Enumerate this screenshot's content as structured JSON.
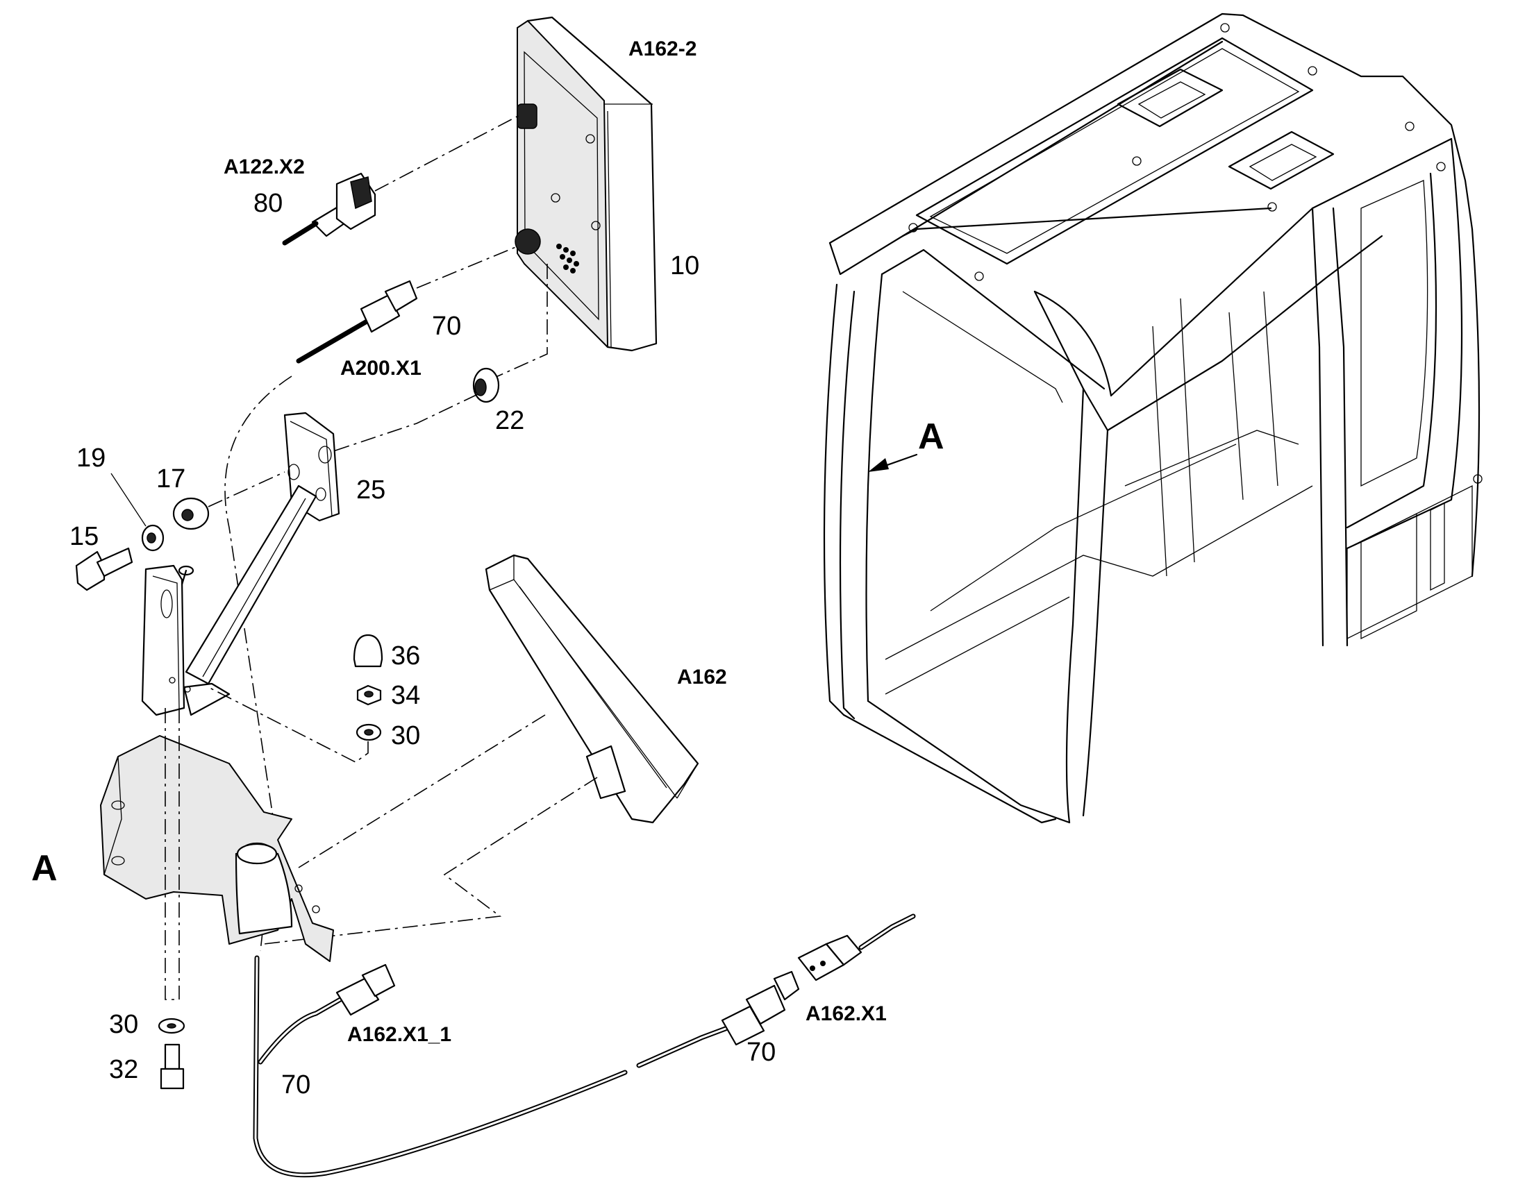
{
  "labels": {
    "monitor_top_code": "A162-2",
    "conn_a122_code": "A122.X2",
    "conn_a122_num": "80",
    "monitor_num": "10",
    "cable_top_num": "70",
    "conn_a200_code": "A200.X1",
    "grommet_num": "22",
    "washer19_num": "19",
    "washer17_num": "17",
    "bracket_num": "25",
    "bolt_num": "15",
    "cap_num": "36",
    "nut_num": "34",
    "washer30_top_num": "30",
    "display_code": "A162",
    "view_a_cab": "A",
    "view_a_detail": "A",
    "washer30_bottom_num": "30",
    "screw_num": "32",
    "cable_left_num": "70",
    "conn_left_code": "A162.X1_1",
    "cable_right_num": "70",
    "conn_right_code": "A162.X1"
  }
}
